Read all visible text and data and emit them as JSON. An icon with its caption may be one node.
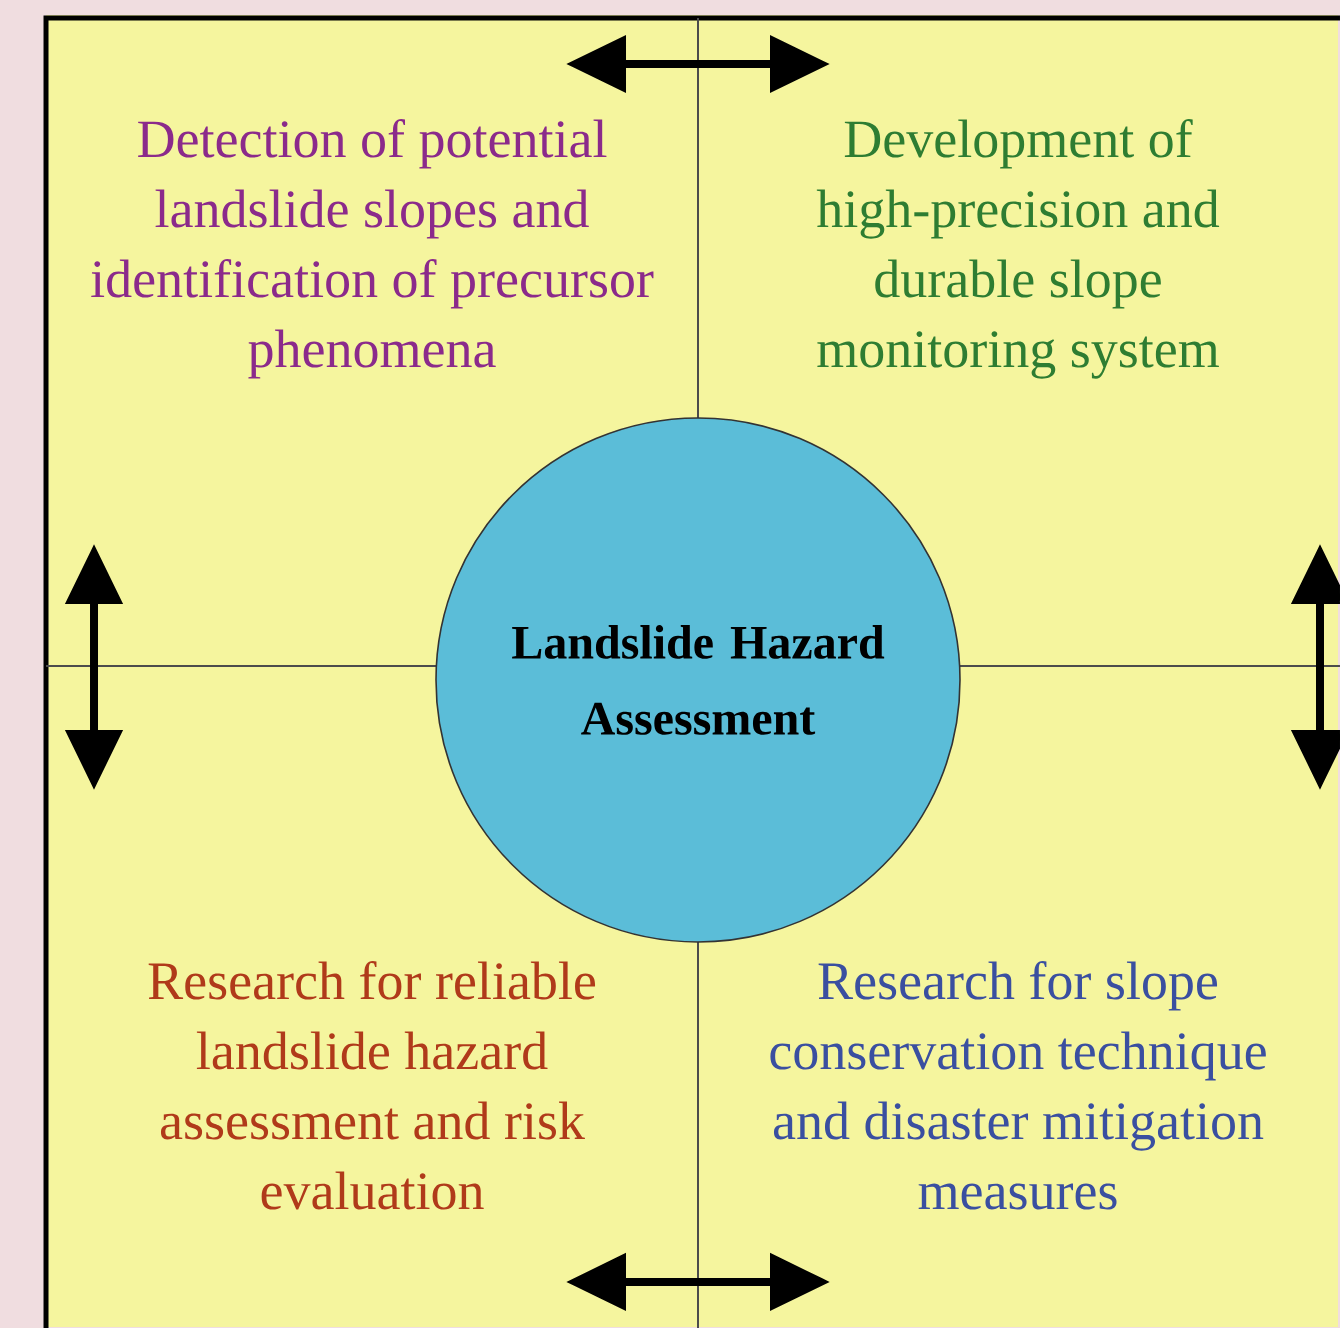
{
  "diagram": {
    "nodes": [
      {
        "text": [
          "Landslide Hazard Assessment"
        ]
      },
      {
        "text": [
          "Detection of potential landslide slopes and identification of precursor phenomena"
        ]
      },
      {
        "text": [
          "Development of high-precision and durable slope monitoring system"
        ]
      },
      {
        "text": [
          "Research for reliable landslide hazard assessment and risk evaluation"
        ]
      },
      {
        "text": [
          "Research for slope conservation technique and disaster mitigation measures"
        ]
      }
    ],
    "edges": [
      {
        "from": 1,
        "to": 2,
        "arrow": "both"
      },
      {
        "from": 1,
        "to": 3,
        "arrow": "both"
      },
      {
        "from": 2,
        "to": 4,
        "arrow": "both"
      },
      {
        "from": 3,
        "to": 4,
        "arrow": "both"
      }
    ]
  }
}
